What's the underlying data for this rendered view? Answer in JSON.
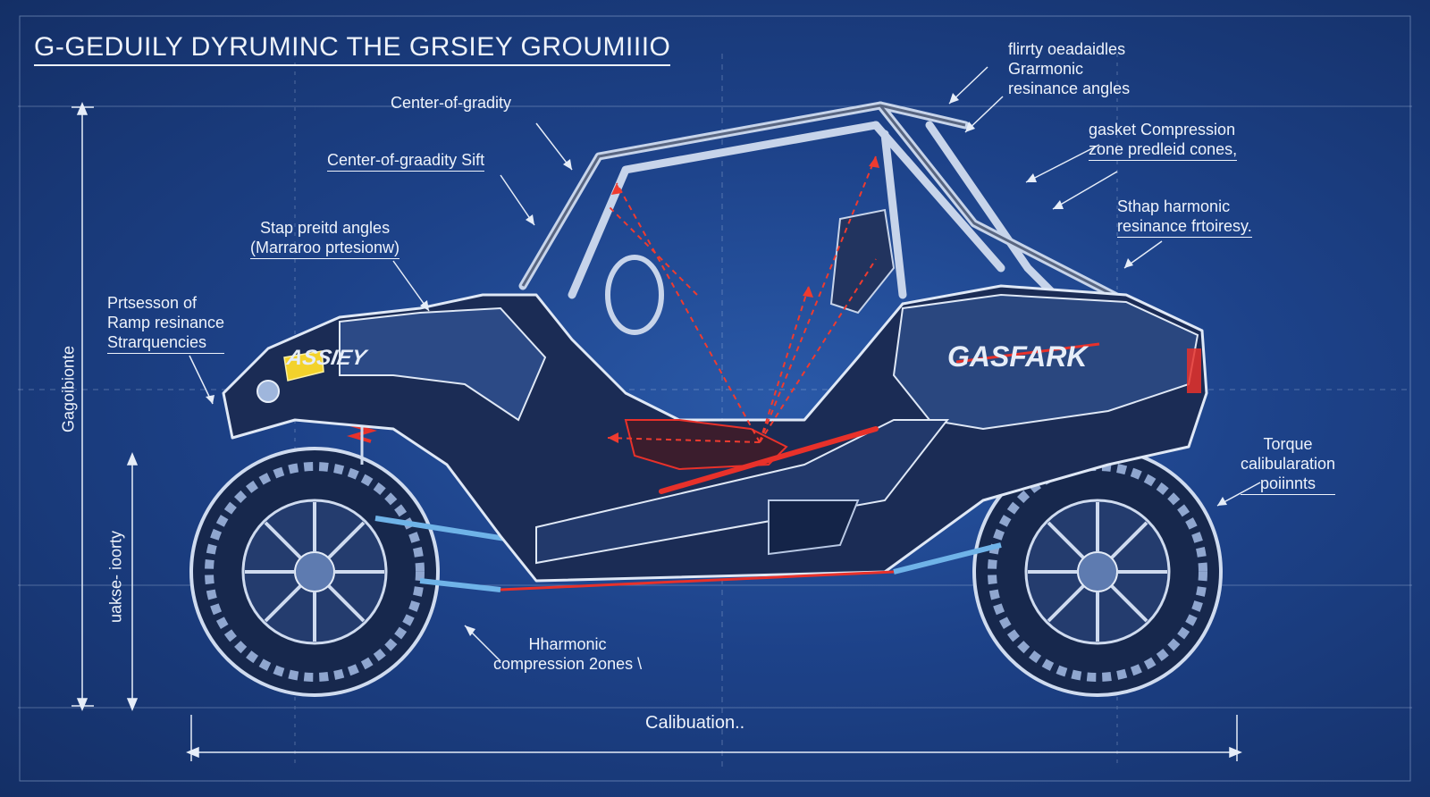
{
  "title": "G-GEDUILY DYRUMINC THE GRSIEY GROUMIIIO",
  "callouts": {
    "cg_top": "Center-of-gradity",
    "cg_shift": "Center-of-graadity Sift",
    "stap": [
      "Stap preitd angles",
      "(Marraroo prtesionw)"
    ],
    "prisesson": [
      "Prtsesson of",
      "Ramp resinance",
      "Strarquencies"
    ],
    "firrty": [
      "flirrty oeadaidles",
      "Grarmonic",
      "resinance angles"
    ],
    "gasket": [
      "gasket Compression",
      "zone predleid cones,"
    ],
    "sthap": [
      "Sthap harmonic",
      "resinance frtoiresy."
    ],
    "torque": [
      "Torque",
      "calibularation",
      "poiinnts"
    ],
    "hharmonic": [
      "Hharmonic",
      "compression 2ones \\"
    ],
    "calibuation": "Calibuation.."
  },
  "vertical_labels": {
    "outer": "Gagoibionte",
    "inner": "uakse- ioorty"
  },
  "decals": {
    "hood": "ASSIEY",
    "side": "GASFARK"
  },
  "colors": {
    "background": "#1c3f86",
    "line": "#dfe8f6",
    "body": "#1b2c55",
    "accent_red": "#e8312a",
    "headlight": "#f3d22b"
  }
}
